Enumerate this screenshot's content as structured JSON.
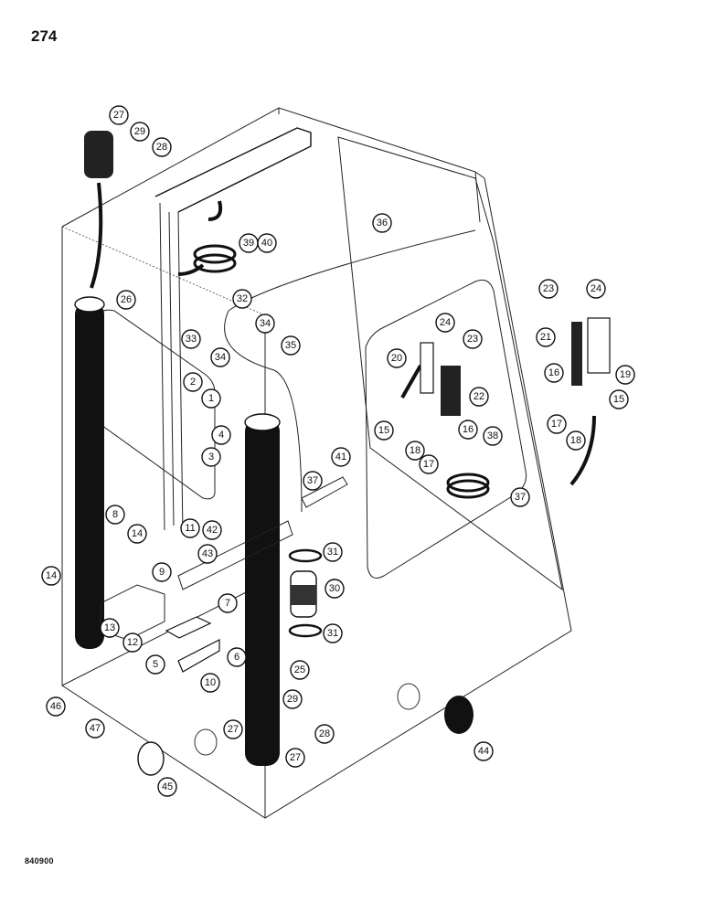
{
  "page_number": "274",
  "figure_code": "840900",
  "callouts": [
    "27",
    "29",
    "28",
    "26",
    "39",
    "40",
    "36",
    "32",
    "33",
    "34",
    "34",
    "35",
    "1",
    "2",
    "4",
    "3",
    "23",
    "24",
    "21",
    "19",
    "24",
    "23",
    "20",
    "22",
    "16",
    "15",
    "17",
    "18",
    "15",
    "16",
    "18",
    "17",
    "38",
    "37",
    "41",
    "37",
    "8",
    "14",
    "11",
    "42",
    "43",
    "14",
    "9",
    "31",
    "30",
    "7",
    "13",
    "12",
    "6",
    "31",
    "5",
    "10",
    "25",
    "46",
    "47",
    "27",
    "29",
    "28",
    "27",
    "45",
    "44"
  ]
}
